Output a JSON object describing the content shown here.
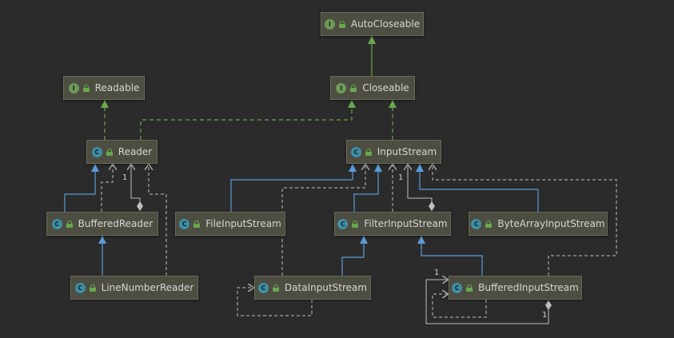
{
  "nodes": {
    "autocloseable": {
      "kind": "I",
      "name": "AutoCloseable"
    },
    "readable": {
      "kind": "I",
      "name": "Readable"
    },
    "closeable": {
      "kind": "I",
      "name": "Closeable"
    },
    "reader": {
      "kind": "C",
      "name": "Reader"
    },
    "inputstream": {
      "kind": "C",
      "name": "InputStream"
    },
    "bufferedreader": {
      "kind": "C",
      "name": "BufferedReader"
    },
    "fileinputstream": {
      "kind": "C",
      "name": "FileInputStream"
    },
    "filterinputstream": {
      "kind": "C",
      "name": "FilterInputStream"
    },
    "bytearrayinputstream": {
      "kind": "C",
      "name": "ByteArrayInputStream"
    },
    "linenumberreader": {
      "kind": "C",
      "name": "LineNumberReader"
    },
    "datainputstream": {
      "kind": "C",
      "name": "DataInputStream"
    },
    "bufferedinputstream": {
      "kind": "C",
      "name": "BufferedInputStream"
    }
  },
  "multiplicities": {
    "reader_agg": "1",
    "inputstream_agg": "1",
    "bufferedinputstream_self_top": "1",
    "bufferedinputstream_self_bottom": "1"
  },
  "colors": {
    "background": "#2b2b2b",
    "implements": "#6aa84f",
    "extends": "#5b9bd5",
    "dependency": "#bfbfbf"
  }
}
